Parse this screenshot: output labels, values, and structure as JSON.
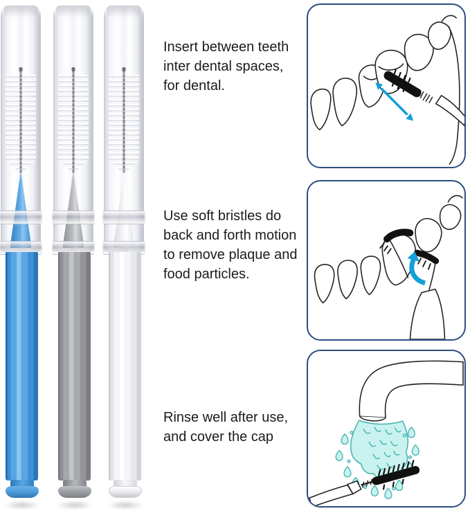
{
  "meta": {
    "description": "Interdental brush product photo with 3-step usage instructions"
  },
  "products": {
    "items": [
      {
        "id": "blue",
        "label": "blue interdental brush with clear cap",
        "handle_color": "#4f9fdd"
      },
      {
        "id": "gray",
        "label": "gray interdental brush with clear cap",
        "handle_color": "#9da0a4"
      },
      {
        "id": "white",
        "label": "white interdental brush with clear cap",
        "handle_color": "#f4f4f6"
      }
    ]
  },
  "steps": [
    {
      "caption": "Insert between teeth\ninter dental spaces,\nfor dental.",
      "illustration": "brush-inserted-between-teeth-with-double-arrow"
    },
    {
      "caption": "Use soft bristles do\nback and forth motion\nto remove plaque and\nfood particles.",
      "illustration": "brush-bristles-around-tooth-with-rotate-arrow"
    },
    {
      "caption": "Rinse well after use,\nand cover the cap",
      "illustration": "brush-rinsed-under-running-water"
    }
  ],
  "colors": {
    "background": "#ffffff",
    "text": "#1b1b1b",
    "panel_border": "#2b4e80",
    "outline": "#222222",
    "bristle_black": "#111111",
    "arrow": "#12a0da",
    "water_fill": "#c9f2ef",
    "water_stroke": "#45b5b2"
  }
}
